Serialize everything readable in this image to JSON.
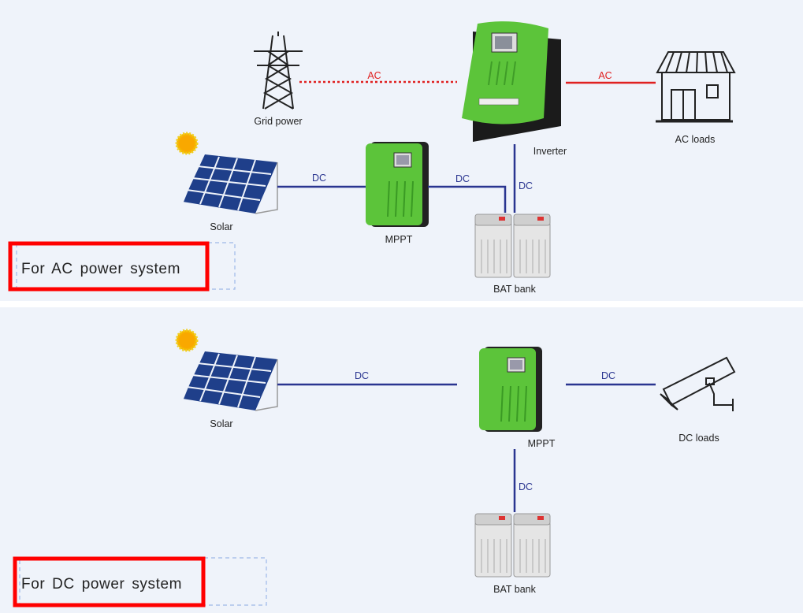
{
  "ac_system": {
    "caption": "For AC power system",
    "grid_label": "Grid power",
    "inverter_label": "Inverter",
    "ac_loads_label": "AC loads",
    "solar_label": "Solar",
    "mppt_label": "MPPT",
    "battery_label": "BAT bank",
    "line_grid_inverter": "AC",
    "line_inverter_loads": "AC",
    "line_solar_mppt": "DC",
    "line_mppt_battery": "DC",
    "line_inverter_battery": "DC"
  },
  "dc_system": {
    "caption": "For DC power system",
    "solar_label": "Solar",
    "mppt_label": "MPPT",
    "dc_loads_label": "DC loads",
    "battery_label": "BAT bank",
    "line_solar_mppt": "DC",
    "line_mppt_loads": "DC",
    "line_mppt_battery": "DC"
  },
  "colors": {
    "ac_line": "#e02020",
    "dc_line": "#2a3590",
    "device_green": "#5cc43a",
    "highlight_box": "#ff0000",
    "background": "#eff3fa"
  }
}
